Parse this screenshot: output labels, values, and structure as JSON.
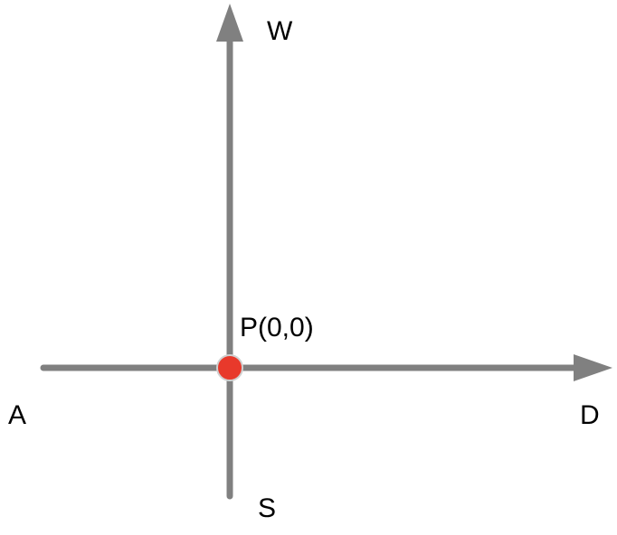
{
  "diagram": {
    "labels": {
      "up": "W",
      "down": "S",
      "left": "A",
      "right": "D",
      "origin": "P(0,0)"
    },
    "colors": {
      "axis": "#808080",
      "origin_point": "#e8392b",
      "text": "#000000"
    }
  }
}
